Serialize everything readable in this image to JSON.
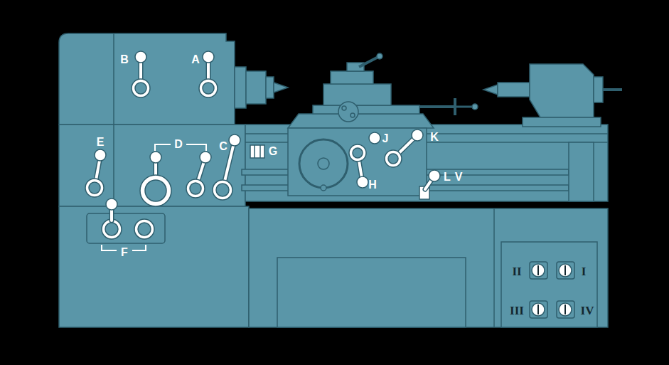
{
  "diagram": {
    "labels": [
      "B",
      "A",
      "E",
      "D",
      "C",
      "G",
      "J",
      "K",
      "H",
      "L",
      "V",
      "F",
      "II",
      "I",
      "III",
      "IV"
    ]
  }
}
